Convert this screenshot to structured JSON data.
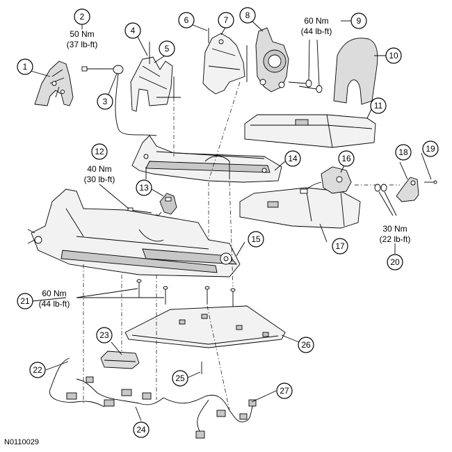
{
  "figure_id": "N0110029",
  "callouts": [
    "1",
    "2",
    "3",
    "4",
    "5",
    "6",
    "7",
    "8",
    "9",
    "10",
    "11",
    "12",
    "13",
    "14",
    "15",
    "16",
    "17",
    "18",
    "19",
    "20",
    "21",
    "22",
    "23",
    "24",
    "25",
    "26",
    "27"
  ],
  "torque_specs": {
    "t2": {
      "nm": "50 Nm",
      "lbft": "(37 lb-ft)"
    },
    "t9": {
      "nm": "60 Nm",
      "lbft": "(44 lb-ft)"
    },
    "t12": {
      "nm": "40 Nm",
      "lbft": "(30 lb-ft)"
    },
    "t20": {
      "nm": "30 Nm",
      "lbft": "(22 lb-ft)"
    },
    "t21": {
      "nm": "60 Nm",
      "lbft": "(44 lb-ft)"
    }
  },
  "colors": {
    "line": "#000000",
    "background": "#ffffff",
    "part_light": "#f2f2f2",
    "part_mid": "#dcdcdc",
    "part_dark": "#c8c8c8"
  }
}
